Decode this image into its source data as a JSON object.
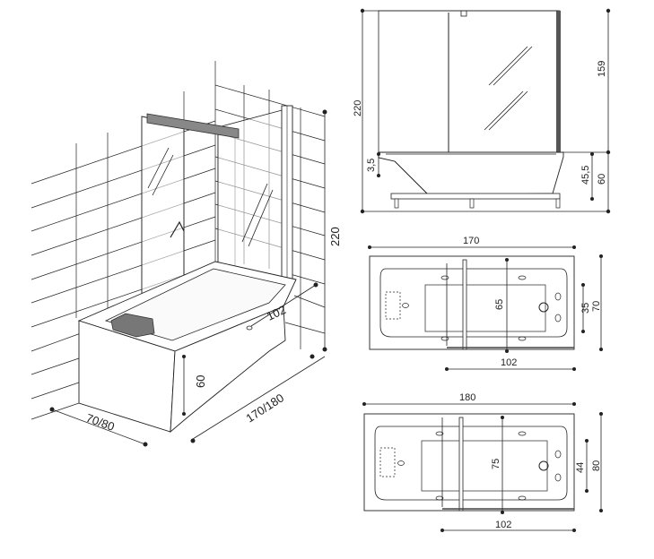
{
  "perspective": {
    "height_label": "220",
    "depth_label": "102",
    "front_height_label": "60",
    "width_label": "70/80",
    "length_label": "170/180"
  },
  "side_view": {
    "height_total": "220",
    "glass_height": "159",
    "rim_label": "3,5",
    "tub_height": "60",
    "inner_height": "45,5"
  },
  "top_view_170": {
    "length": "170",
    "inner_depth": "65",
    "outer_width": "70",
    "inner_width": "35",
    "panel": "102"
  },
  "top_view_180": {
    "length": "180",
    "inner_depth": "75",
    "outer_width": "80",
    "inner_width": "44",
    "panel": "102"
  }
}
